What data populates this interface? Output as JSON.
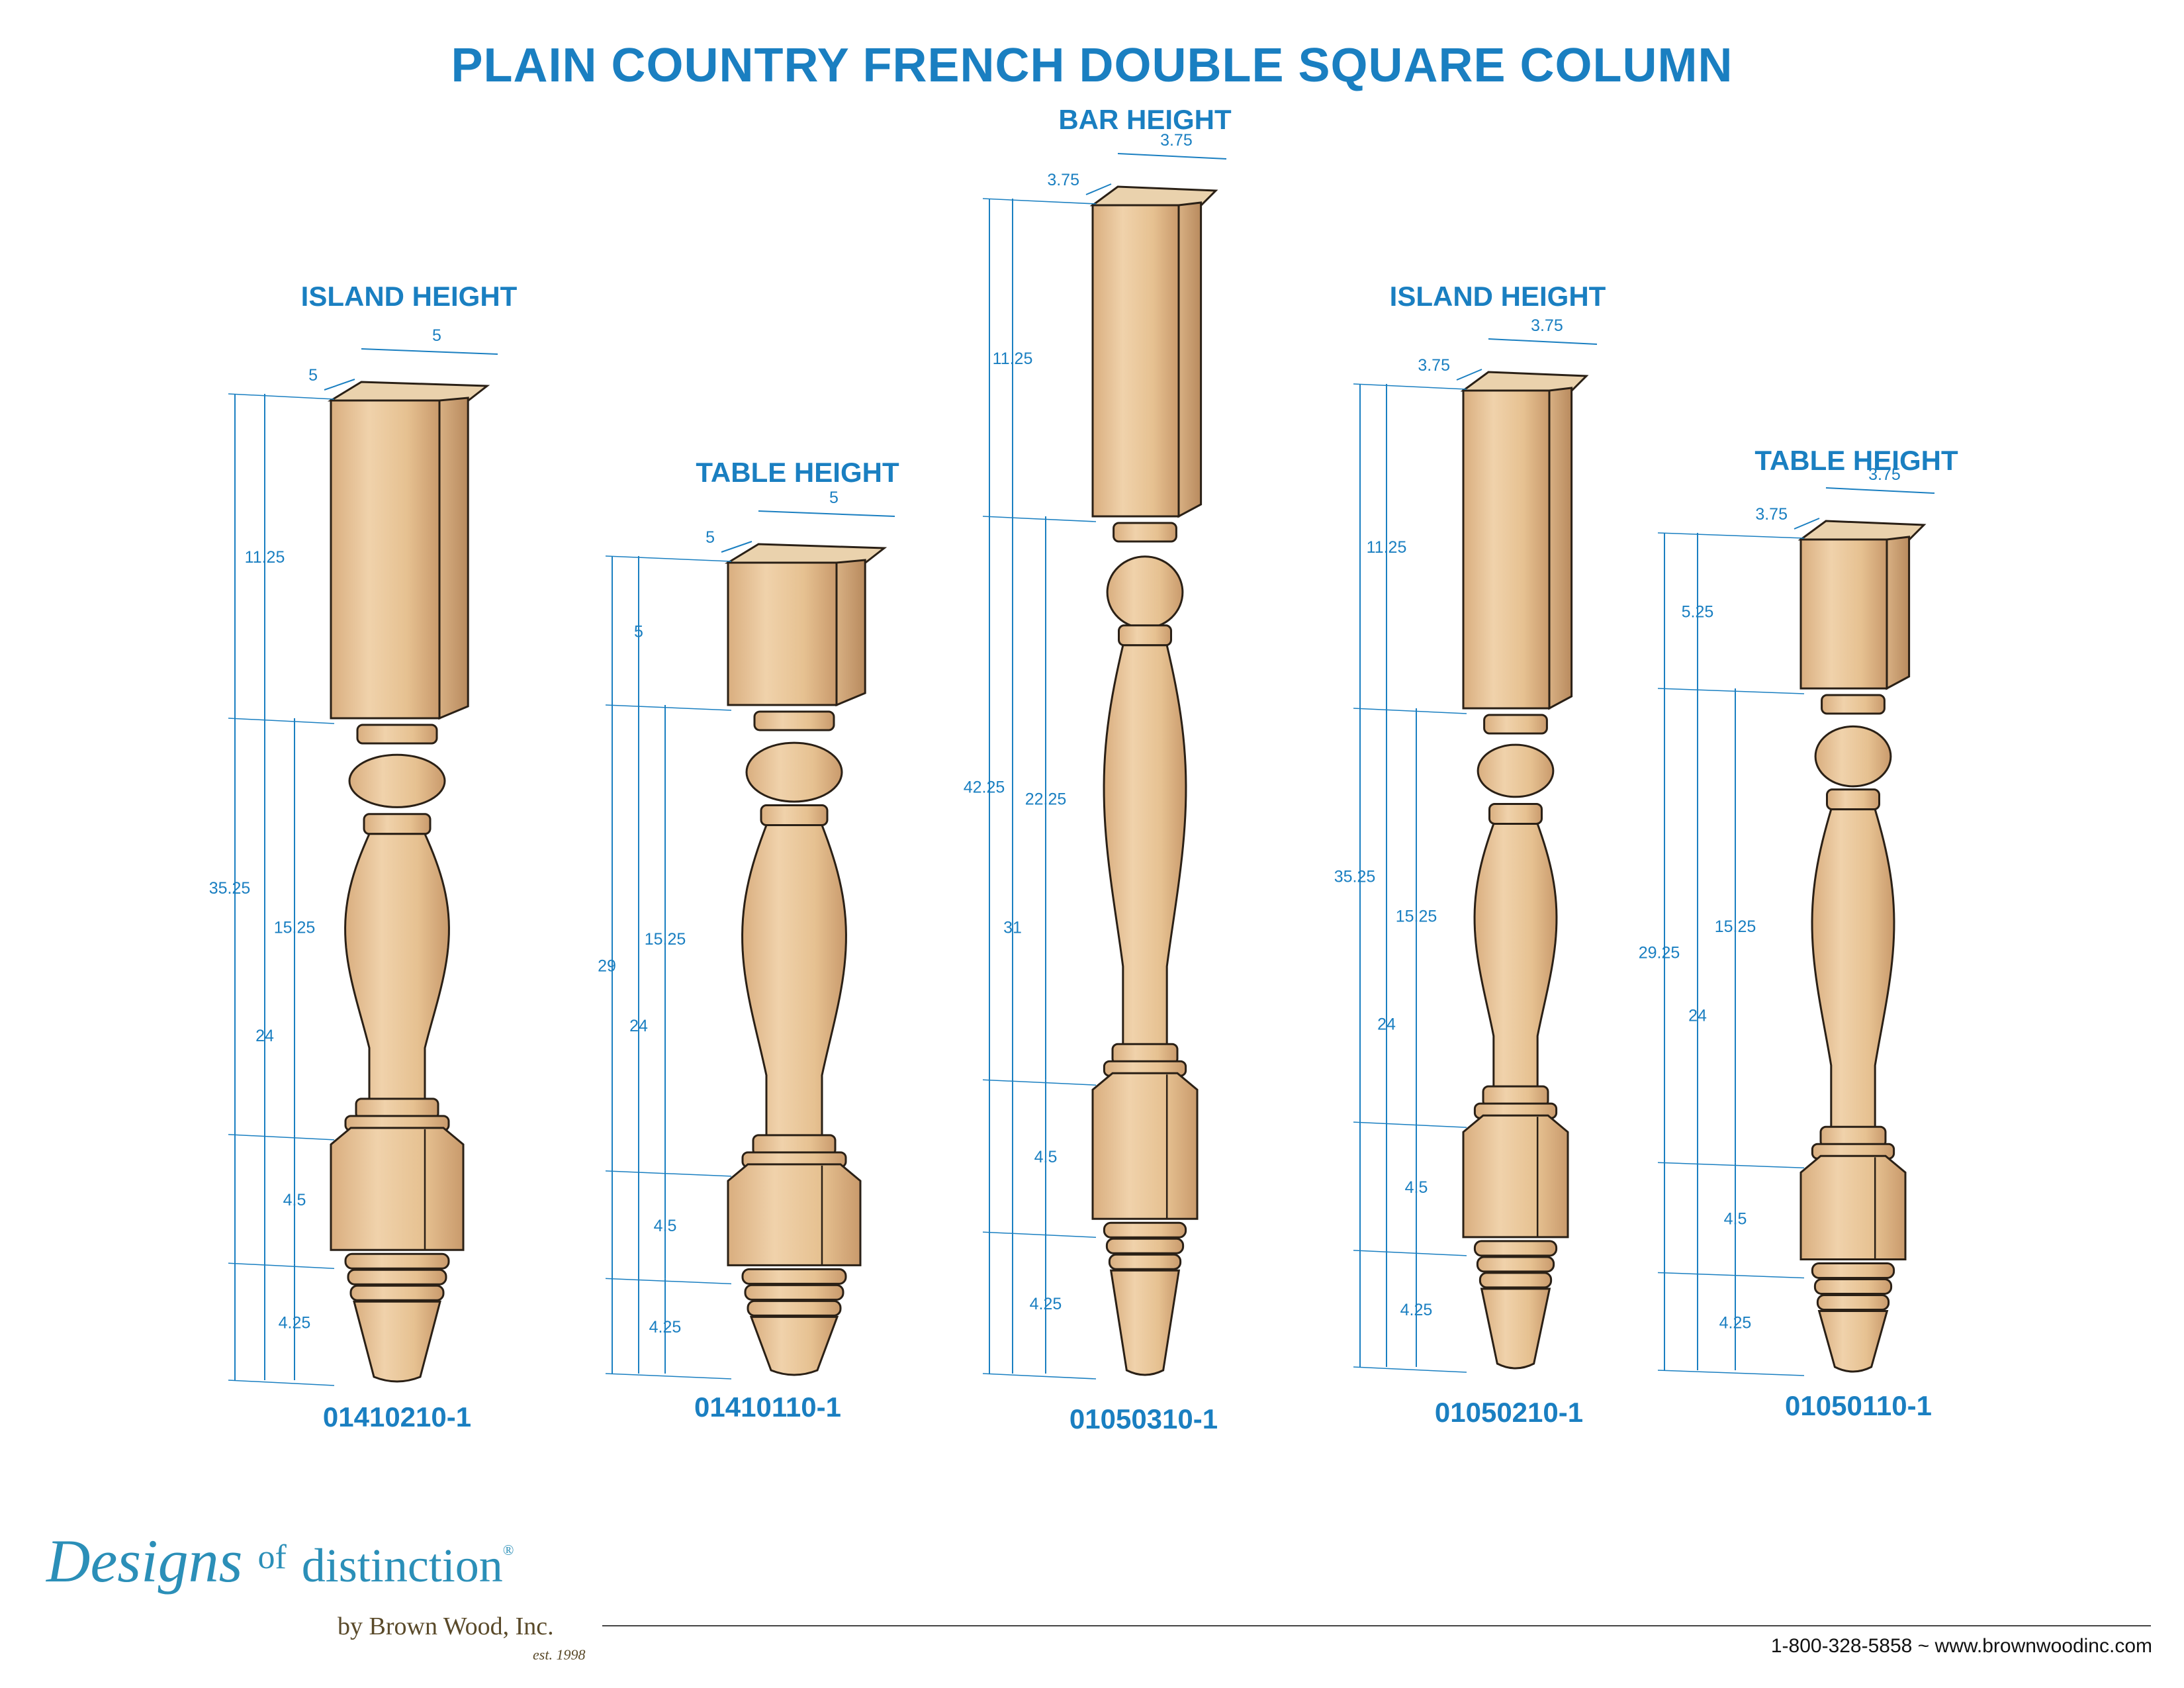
{
  "title": "PLAIN COUNTRY FRENCH DOUBLE SQUARE COLUMN",
  "columns": [
    {
      "label": "ISLAND HEIGHT",
      "part_number": "01410210-1",
      "top_dims": [
        "5",
        "5"
      ],
      "overall": "35.25",
      "from_bottom_top": "24",
      "segments": [
        "11.25",
        "15.25",
        "4.5",
        "4.25"
      ]
    },
    {
      "label": "TABLE HEIGHT",
      "part_number": "01410110-1",
      "top_dims": [
        "5",
        "5"
      ],
      "overall": "29",
      "from_bottom_top": "24",
      "segments": [
        "5",
        "15.25",
        "4.5",
        "4.25"
      ]
    },
    {
      "label": "BAR HEIGHT",
      "part_number": "01050310-1",
      "top_dims": [
        "3.75",
        "3.75"
      ],
      "overall": "42.25",
      "from_bottom_top": "31",
      "segments": [
        "11.25",
        "22.25",
        "4.5",
        "4.25"
      ]
    },
    {
      "label": "ISLAND HEIGHT",
      "part_number": "01050210-1",
      "top_dims": [
        "3.75",
        "3.75"
      ],
      "overall": "35.25",
      "from_bottom_top": "24",
      "segments": [
        "11.25",
        "15.25",
        "4.5",
        "4.25"
      ]
    },
    {
      "label": "TABLE HEIGHT",
      "part_number": "01050110-1",
      "top_dims": [
        "3.75",
        "3.75"
      ],
      "overall": "29.25",
      "from_bottom_top": "24",
      "segments": [
        "5.25",
        "15.25",
        "4.5",
        "4.25"
      ]
    }
  ],
  "logo": {
    "script_a": "Designs",
    "of": "of",
    "script_b": "distinction",
    "reg": "®",
    "by": "by Brown Wood, Inc.",
    "est": "est. 1998"
  },
  "contact": "1-800-328-5858 ~ www.brownwoodinc.com",
  "colors": {
    "accent": "#1a7fc1",
    "wood": "#e7c49a",
    "logo": "#2b8fb8"
  }
}
